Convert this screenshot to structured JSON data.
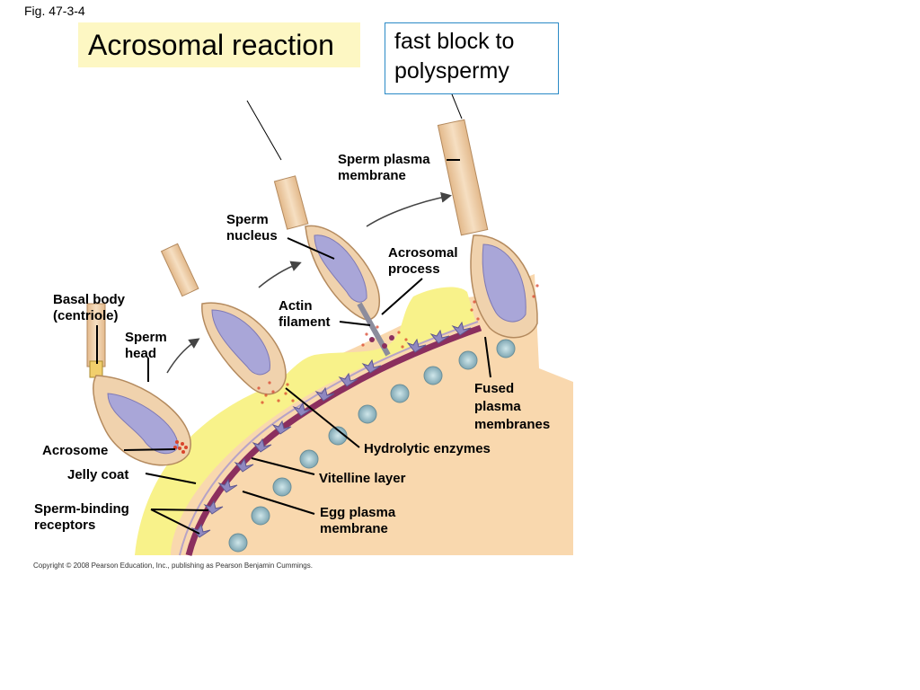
{
  "figure_label": "Fig. 47-3-4",
  "title": "Acrosomal reaction",
  "note": "fast block to polyspermy",
  "labels": {
    "sperm_plasma_membrane": "Sperm plasma membrane",
    "sperm_nucleus": "Sperm nucleus",
    "acrosomal_process": "Acrosomal process",
    "basal_body": "Basal body (centriole)",
    "actin_filament": "Actin filament",
    "sperm_head": "Sperm head",
    "fused_plasma_membranes": "Fused plasma membranes",
    "hydrolytic_enzymes": "Hydrolytic enzymes",
    "acrosome": "Acrosome",
    "jelly_coat": "Jelly coat",
    "vitelline_layer": "Vitelline layer",
    "sperm_binding_receptors": "Sperm-binding receptors",
    "egg_plasma_membrane": "Egg plasma membrane"
  },
  "copyright": "Copyright © 2008 Pearson Education, Inc., publishing as Pearson Benjamin Cummings.",
  "colors": {
    "title_bg": "#fdf7c3",
    "note_border": "#2a8ac6",
    "egg_cytoplasm": "#f9d8ae",
    "jelly_coat": "#f8f28a",
    "egg_membrane": "#8b2f5e",
    "sperm_body": "#f0d2ad",
    "nucleus": "#a9a6d8",
    "acrosome_dots": "#d9442c"
  }
}
